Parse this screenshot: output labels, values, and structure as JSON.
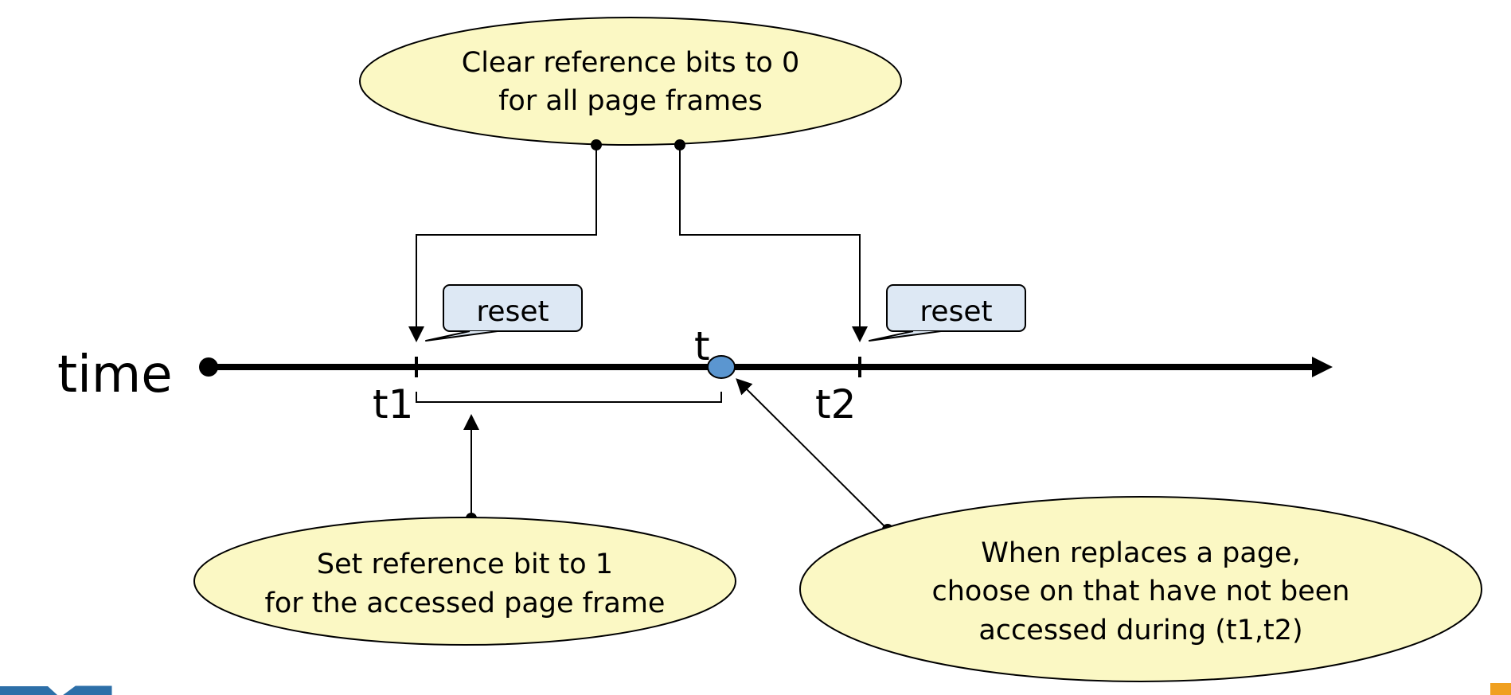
{
  "axis": {
    "label": "time",
    "t1": "t1",
    "t2": "t2",
    "t": "t"
  },
  "callouts": {
    "reset_left": "reset",
    "reset_right": "reset"
  },
  "notes": {
    "clear": [
      "Clear reference bits to 0",
      "for all page frames"
    ],
    "set": [
      "Set reference bit to 1",
      "for the accessed page frame"
    ],
    "replace": [
      "When replaces a page,",
      "choose on that have not been",
      "accessed during (t1,t2)"
    ]
  },
  "colors": {
    "note_fill": "#fbf8c4",
    "callout_fill": "#dde8f4",
    "marker_fill": "#5b96d0",
    "stroke": "#000000"
  }
}
